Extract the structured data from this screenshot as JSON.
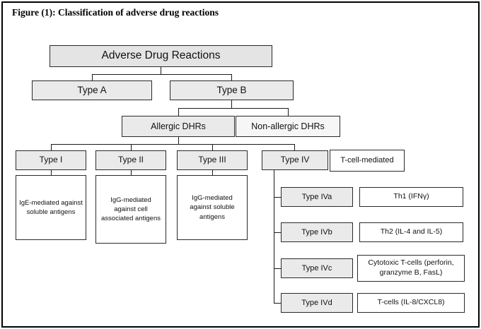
{
  "figure_title": "Figure (1): Classification of adverse drug reactions",
  "tree": {
    "root": "Adverse Drug Reactions",
    "level1": [
      {
        "label": "Type A"
      },
      {
        "label": "Type B"
      }
    ],
    "level2": [
      {
        "label": "Allergic DHRs"
      },
      {
        "label": "Non-allergic DHRs"
      }
    ],
    "hypersensitivity_types": [
      {
        "label": "Type I",
        "description": "IgE-mediated against soluble antigens"
      },
      {
        "label": "Type II",
        "description": "IgG-mediated against cell associated antigens"
      },
      {
        "label": "Type III",
        "description": "IgG-mediated against soluble antigens"
      },
      {
        "label": "Type IV",
        "annotation": "T-cell-mediated"
      }
    ],
    "type_iv_subtypes": [
      {
        "label": "Type IVa",
        "mechanism": "Th1 (IFNγ)"
      },
      {
        "label": "Type IVb",
        "mechanism": "Th2 (IL-4 and IL-5)"
      },
      {
        "label": "Type IVc",
        "mechanism": "Cytotoxic T-cells (perforin, granzyme B, FasL)"
      },
      {
        "label": "Type IVd",
        "mechanism": "T-cells (IL-8/CXCL8)"
      }
    ]
  },
  "colors": {
    "box_fill_gray": "#eaeaea",
    "box_fill_white": "#ffffff",
    "border": "#2a2a2a",
    "line": "#1a1a1a",
    "background": "#ffffff"
  }
}
